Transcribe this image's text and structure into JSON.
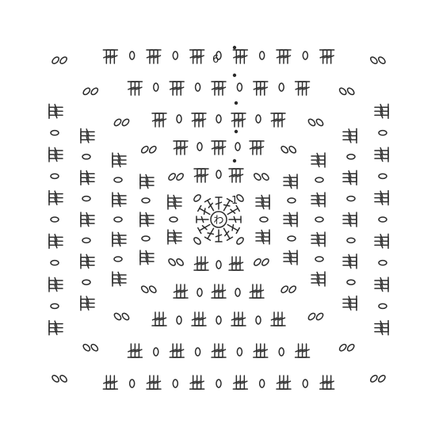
{
  "diagram": {
    "ring_label": "わ",
    "round_labels": [
      "1",
      "6"
    ],
    "ink_color": "#2b2b2b",
    "background": "#ffffff"
  }
}
